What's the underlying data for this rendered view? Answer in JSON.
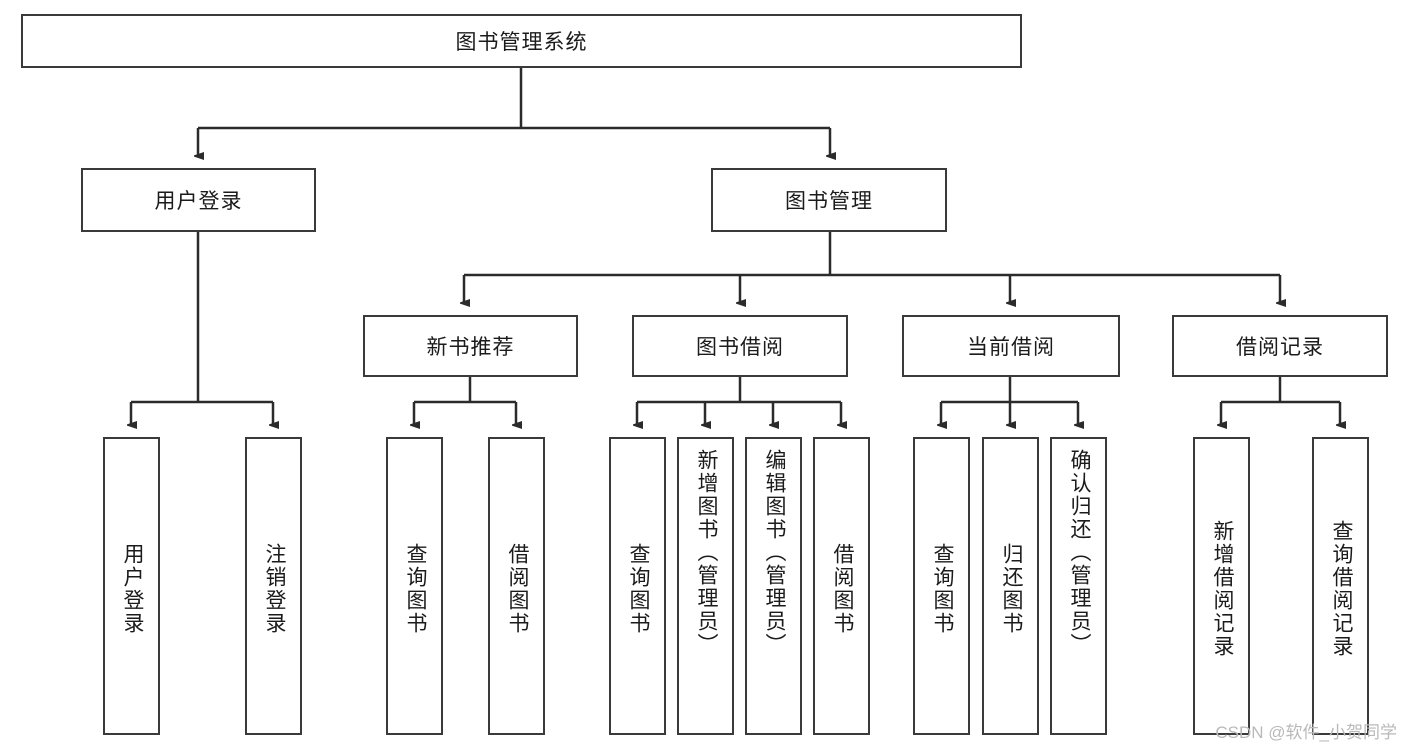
{
  "diagram": {
    "type": "tree",
    "title": "图书管理系统",
    "watermark": "CSDN @软件_小贺同学",
    "colors": {
      "box_border": "#3a3a3a",
      "box_fill": "#ffffff",
      "edge": "#2b2b2b",
      "text": "#1b1b1b",
      "watermark": "#b9b9b9",
      "background": "#ffffff"
    },
    "nodes": {
      "root": {
        "label": "图书管理系统"
      },
      "level2": [
        {
          "id": "user-login",
          "label": "用户登录"
        },
        {
          "id": "book-management",
          "label": "图书管理"
        }
      ],
      "level3": [
        {
          "id": "new-book-recommend",
          "label": "新书推荐"
        },
        {
          "id": "book-borrow",
          "label": "图书借阅"
        },
        {
          "id": "current-borrow",
          "label": "当前借阅"
        },
        {
          "id": "borrow-record",
          "label": "借阅记录"
        }
      ],
      "leaves": {
        "user-login": [
          {
            "id": "leaf-user-login",
            "label": "用户登录"
          },
          {
            "id": "leaf-user-logout",
            "label": "注销登录"
          }
        ],
        "new-book-recommend": [
          {
            "id": "leaf-query-book-1",
            "label": "查询图书"
          },
          {
            "id": "leaf-borrow-book-1",
            "label": "借阅图书"
          }
        ],
        "book-borrow": [
          {
            "id": "leaf-query-book-2",
            "label": "查询图书"
          },
          {
            "id": "leaf-add-book",
            "label": "新增图书（管理员）"
          },
          {
            "id": "leaf-edit-book",
            "label": "编辑图书（管理员）"
          },
          {
            "id": "leaf-borrow-book-2",
            "label": "借阅图书"
          }
        ],
        "current-borrow": [
          {
            "id": "leaf-query-book-3",
            "label": "查询图书"
          },
          {
            "id": "leaf-return-book",
            "label": "归还图书"
          },
          {
            "id": "leaf-confirm-return",
            "label": "确认归还（管理员）"
          }
        ],
        "borrow-record": [
          {
            "id": "leaf-add-record",
            "label": "新增借阅记录"
          },
          {
            "id": "leaf-query-record",
            "label": "查询借阅记录"
          }
        ]
      }
    }
  }
}
